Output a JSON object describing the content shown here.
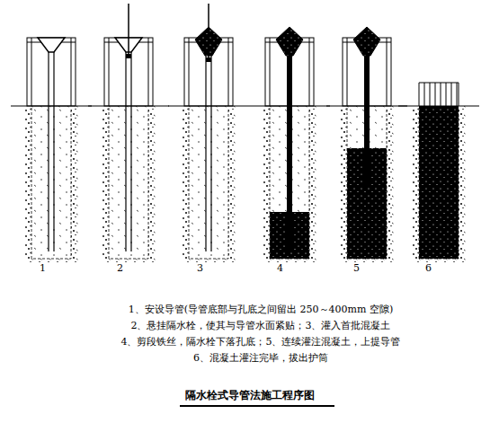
{
  "diagram": {
    "title": "隔水栓式导管法施工程序图",
    "labels": [
      "1",
      "2",
      "3",
      "4",
      "5",
      "6",
      "1、安设导管(导管底部与孔底之间留出 250～400mm 空隙)",
      "2、悬挂隔水栓，使其与导管水面紧贴；3、灌入首批混凝土",
      "4、剪段铁丝，隔水栓下落孔底；5、连续灌注混凝土，上提导管",
      "6、混凝土灌注完毕，拔出护筒"
    ]
  }
}
